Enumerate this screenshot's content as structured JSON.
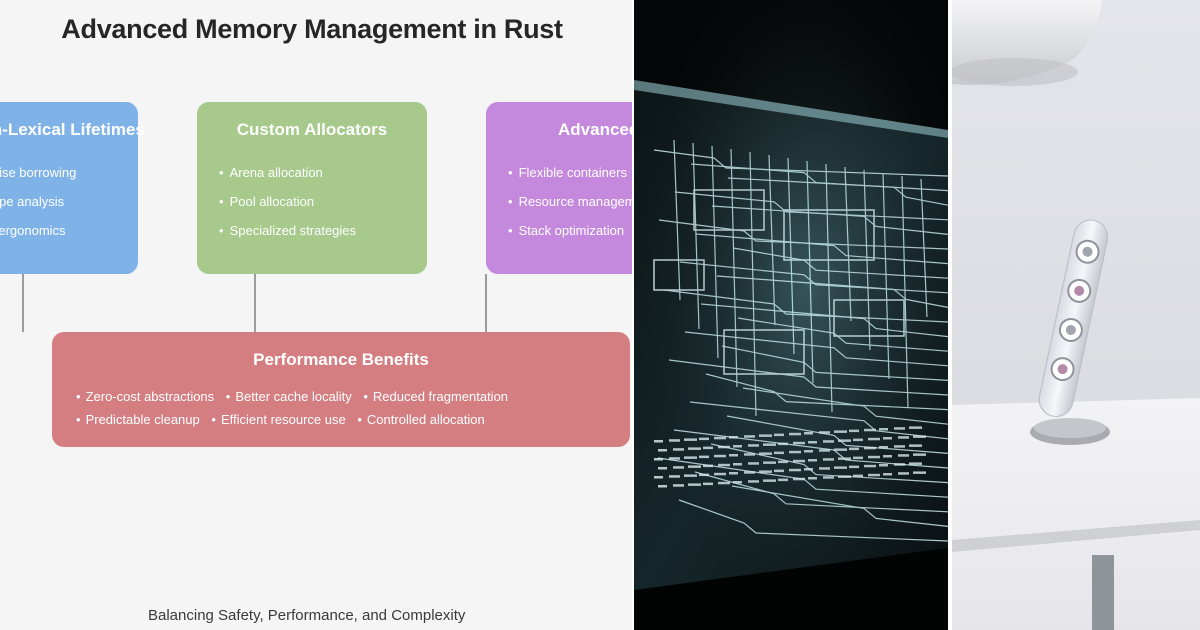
{
  "diagram": {
    "title": "Advanced Memory Management in Rust",
    "cards": [
      {
        "title": "Non-Lexical Lifetimes",
        "color": "#7fb3e8",
        "items": [
          "More precise borrowing",
          "Better scope analysis",
          "Improved ergonomics"
        ]
      },
      {
        "title": "Custom Allocators",
        "color": "#a7c98c",
        "items": [
          "Arena allocation",
          "Pool allocation",
          "Specialized strategies"
        ]
      },
      {
        "title": "Advanced Patterns",
        "color": "#c489dc",
        "items": [
          "Flexible containers",
          "Resource management",
          "Stack optimization"
        ]
      }
    ],
    "benefits": {
      "title": "Performance Benefits",
      "color": "#d47e82",
      "row1": [
        "Zero-cost abstractions",
        "Better cache locality",
        "Reduced fragmentation"
      ],
      "row2": [
        "Predictable cleanup",
        "Efficient resource use",
        "Controlled allocation"
      ]
    },
    "footer": "Balancing Safety, Performance, and Complexity"
  },
  "photos": {
    "circuit_icon": "circuit-board-photo",
    "desk_icon": "desk-lamp-photo"
  }
}
